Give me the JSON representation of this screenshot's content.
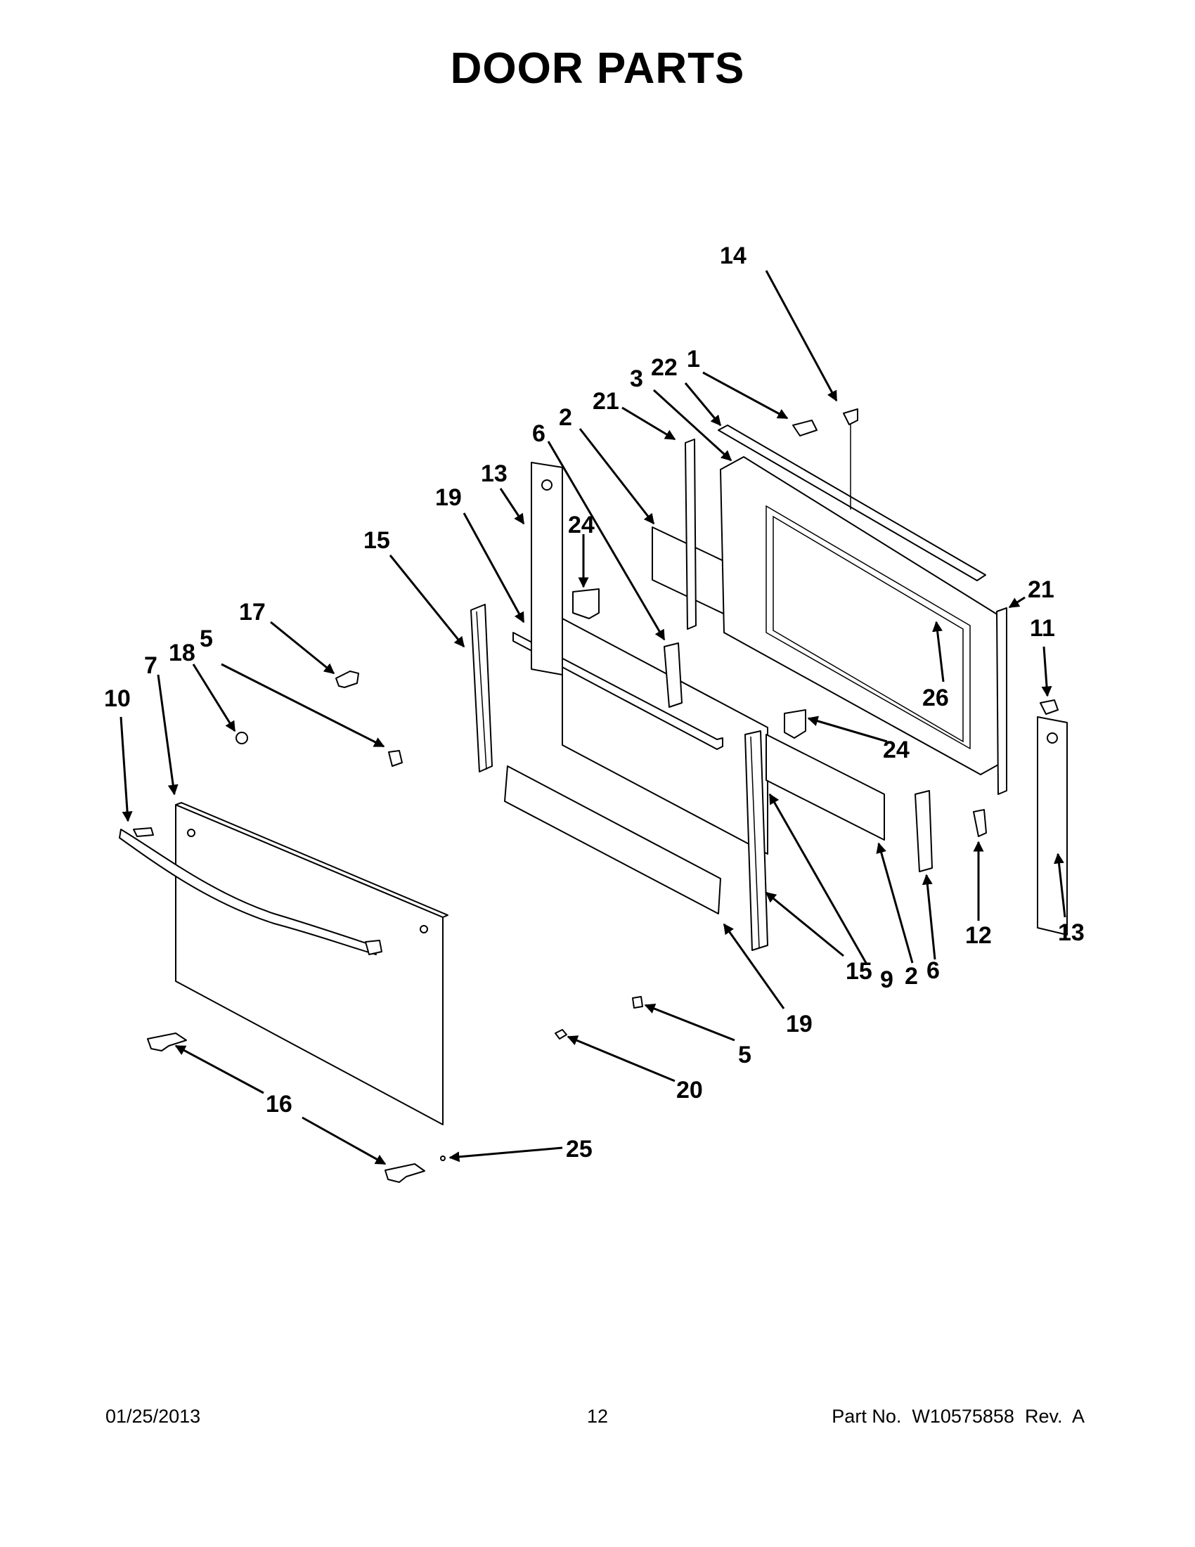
{
  "title": "DOOR PARTS",
  "callouts": [
    "14",
    "22",
    "1",
    "3",
    "21",
    "2",
    "6",
    "13",
    "19",
    "24",
    "15",
    "17",
    "18",
    "5",
    "7",
    "10",
    "21",
    "11",
    "26",
    "24",
    "12",
    "13",
    "15",
    "9",
    "2",
    "6",
    "19",
    "5",
    "20",
    "16",
    "25"
  ],
  "footer": {
    "date": "01/25/2013",
    "page": "12",
    "part_number": "Part No.  W10575858  Rev.  A"
  }
}
